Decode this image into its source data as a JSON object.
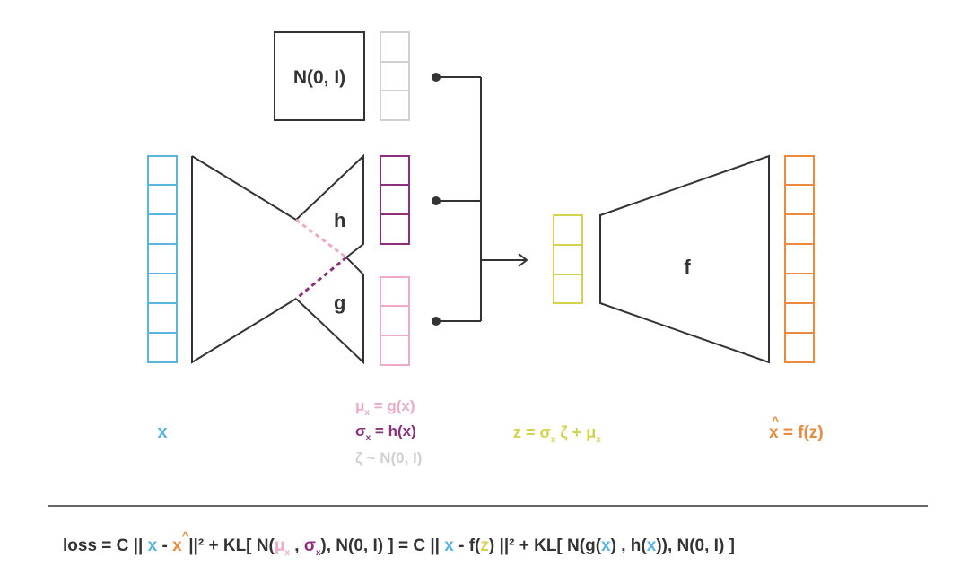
{
  "colors": {
    "x": "#5ab4e0",
    "mu": "#eeaac6",
    "sigma": "#8e2f7b",
    "zeta": "#d0d0d0",
    "z": "#d6d24e",
    "xhat": "#eb8a3c",
    "ink": "#333333"
  },
  "boxes": {
    "normal": "N(0, I)",
    "h": "h",
    "g": "g",
    "f": "f"
  },
  "labels": {
    "x": "x",
    "mu_sym": "μ",
    "mu_rest": " = g(x)",
    "sigma_sym": "σ",
    "sigma_rest": " = h(x)",
    "zeta_line": "ζ ~ N(0, I)",
    "z_part1": "z = σ",
    "z_part2": " ζ + μ",
    "sub_x": "x",
    "xhat_x": "x",
    "xhat_hat": "^",
    "xhat_rest": " = f(z)"
  },
  "loss": {
    "p1": "loss  =  C || ",
    "p2": "x",
    "p3": " - ",
    "p4": "x",
    "p5": "^",
    "p6": "||² + KL[ N(",
    "p7": "μ",
    "p8": "x",
    "p9": " , ",
    "p10": "σ",
    "p11": "x",
    "p12": "), N(0, I) ]  =  C || ",
    "p13": "x",
    "p14": " - f(",
    "p15": "z",
    "p16": ") ||² + KL[ N(g(",
    "p17": "x",
    "p18": ") , h(",
    "p19": "x",
    "p20": ")), N(0, I) ]"
  }
}
